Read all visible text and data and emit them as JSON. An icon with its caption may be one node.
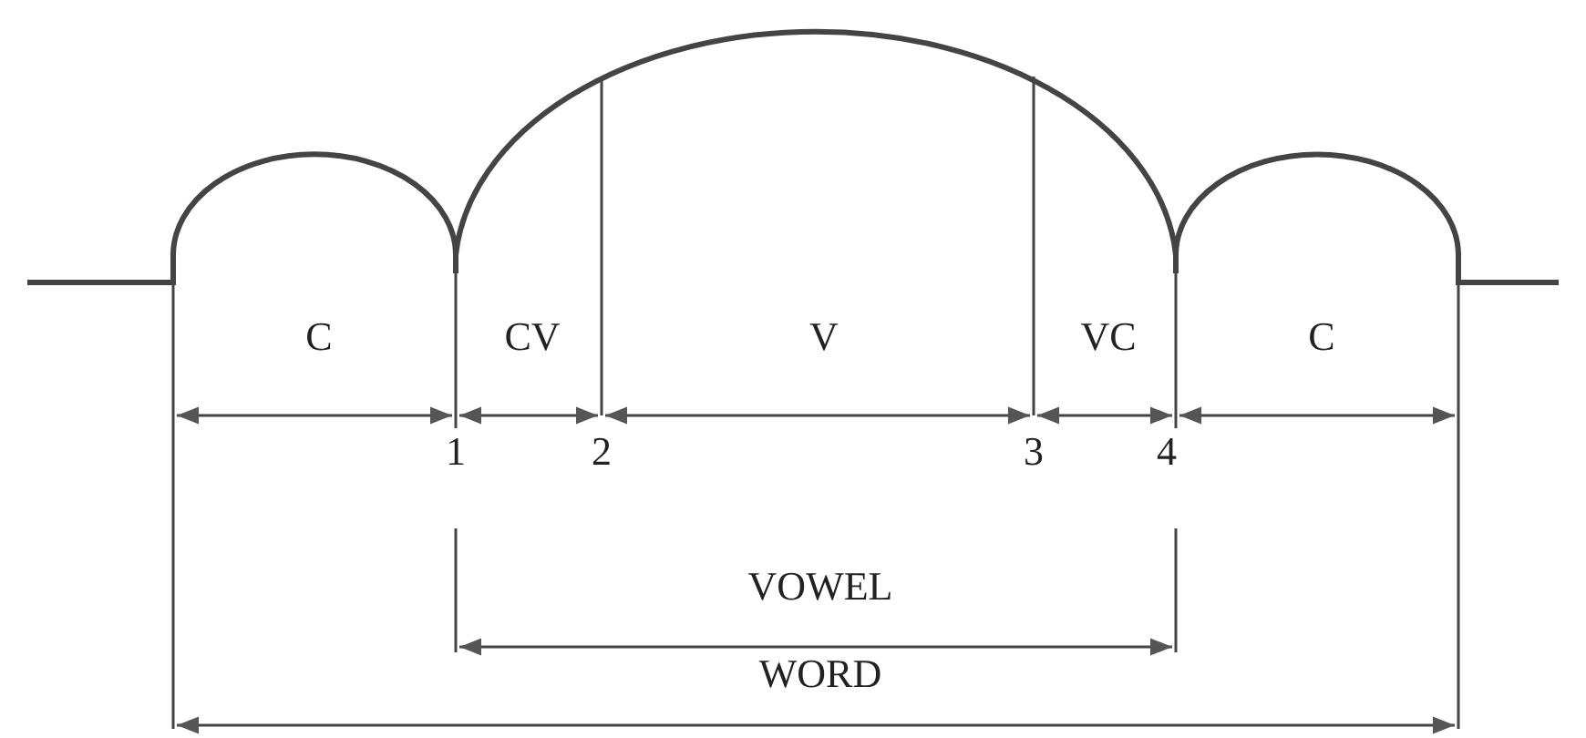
{
  "diagram": {
    "labels": [
      "C",
      "CV",
      "V",
      "VC",
      "C",
      "1",
      "2",
      "3",
      "4",
      "VOWEL",
      "WORD"
    ]
  }
}
